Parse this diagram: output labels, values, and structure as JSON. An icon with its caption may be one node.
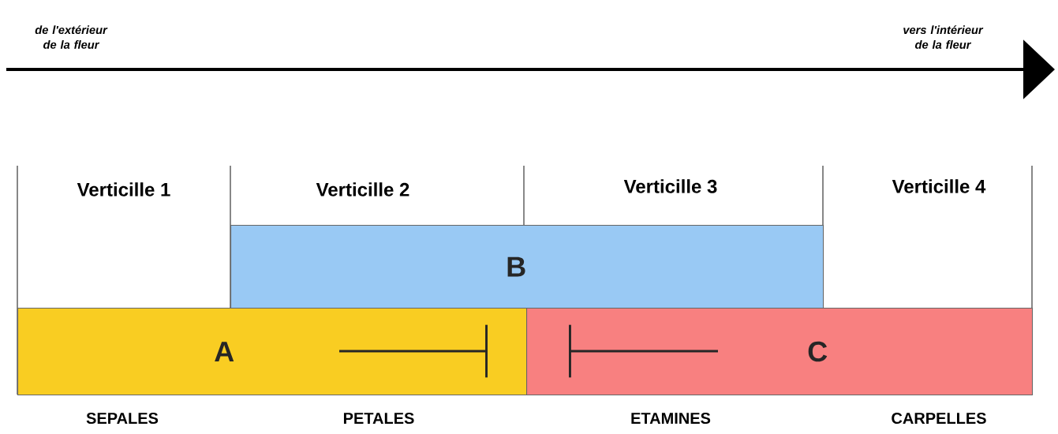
{
  "diagram": {
    "nodes": [
      {
        "text": [
          "A"
        ]
      },
      {
        "text": [
          "B"
        ]
      },
      {
        "text": [
          "C"
        ]
      }
    ],
    "labels": [
      "de l'extérieur de la fleur",
      "vers l'intérieur de la fleur",
      "Verticille 1",
      "Verticille 2",
      "Verticille 3",
      "Verticille 4",
      "SEPALES",
      "PETALES",
      "ETAMINES",
      "CARPELLES"
    ]
  }
}
